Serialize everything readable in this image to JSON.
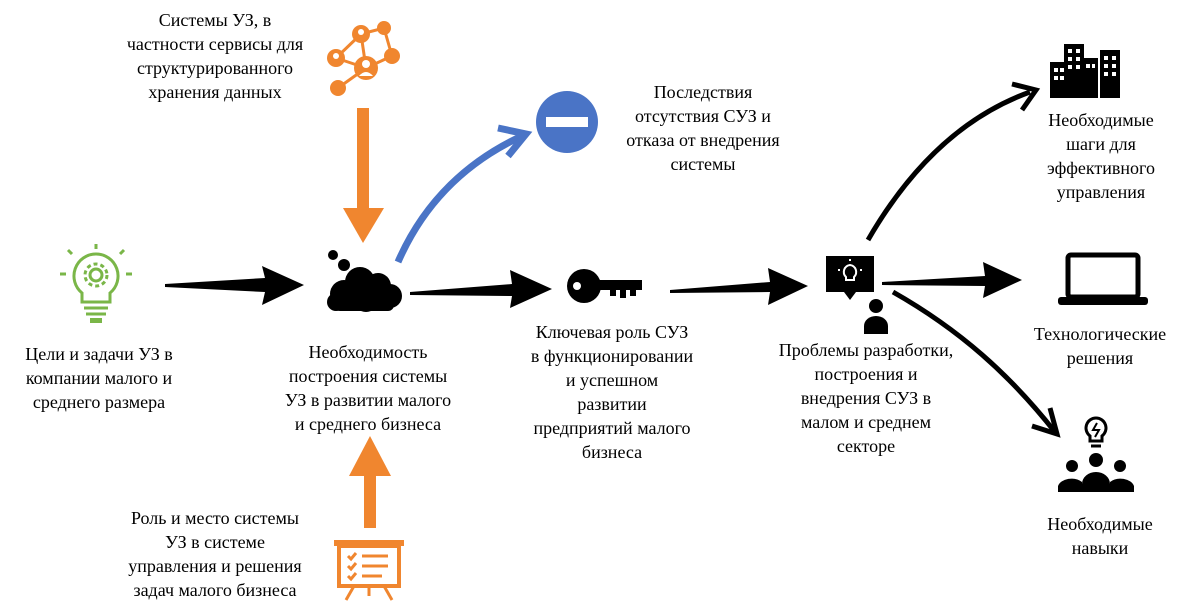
{
  "colors": {
    "black": "#000000",
    "orange": "#f0862f",
    "blue": "#4a74c6",
    "green": "#7ab648"
  },
  "nodes": {
    "structured_storage": {
      "icon": "network-people-icon",
      "lines": [
        "Системы УЗ, в",
        "частности сервисы для",
        "структурированного",
        "хранения данных"
      ]
    },
    "consequences": {
      "icon": "minus-circle-icon",
      "lines": [
        "Последствия",
        "отсутствия СУЗ и",
        "отказа от внедрения",
        "системы"
      ]
    },
    "goals": {
      "icon": "lightbulb-gear-icon",
      "lines": [
        "Цели и задачи УЗ в",
        "компании малого и",
        "среднего размера"
      ]
    },
    "necessity": {
      "icon": "cloud-icon",
      "lines": [
        "Необходимость",
        "построения системы",
        "УЗ в развитии малого",
        "и среднего бизнеса"
      ]
    },
    "key_role": {
      "icon": "key-icon",
      "lines": [
        "Ключевая роль СУЗ",
        "в функционировании",
        "и успешном",
        "развитии",
        "предприятий малого",
        "бизнеса"
      ]
    },
    "problems": {
      "icon": "presenter-idea-icon",
      "lines": [
        "Проблемы разработки,",
        "построения и",
        "внедрения СУЗ в",
        "малом и среднем",
        "секторе"
      ]
    },
    "role_place": {
      "icon": "checklist-board-icon",
      "lines": [
        "Роль и место системы",
        "УЗ в системе",
        "управления и решения",
        "задач малого бизнеса"
      ]
    },
    "steps": {
      "icon": "buildings-icon",
      "lines": [
        "Необходимые",
        "шаги для",
        "эффективного",
        "управления"
      ]
    },
    "tech": {
      "icon": "laptop-icon",
      "lines": [
        "Технологические",
        "решения"
      ]
    },
    "skills": {
      "icon": "team-idea-icon",
      "lines": [
        "Необходимые",
        "навыки"
      ]
    }
  }
}
